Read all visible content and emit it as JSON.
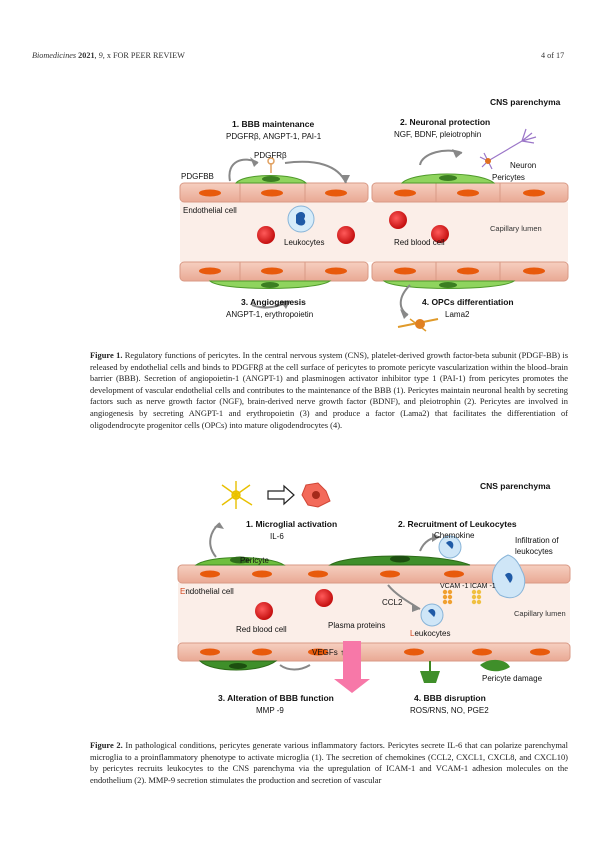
{
  "header": {
    "journal": "Biomedicines",
    "year": "2021",
    "volume": "9",
    "rest": ", x FOR PEER REVIEW",
    "page": "4 of 17"
  },
  "figure1": {
    "cns": "CNS parenchyma",
    "t1_title": "1.   BBB maintenance",
    "t1_sub": "PDGFRβ, ANGPT-1, PAI-1",
    "pdgfrb": "PDGFRβ",
    "pdgfbb": "PDGFBB",
    "t2_title": "2. Neuronal protection",
    "t2_sub": "NGF, BDNF, pleiotrophin",
    "neuron": "Neuron",
    "pericytes": "Pericytes",
    "endo": "Endothelial cell",
    "leuko": "Leukocytes",
    "rbc": "Red blood cell",
    "lumen": "Capillary lumen",
    "t3_title": "3. Angiogenesis",
    "t3_sub": "ANGPT-1, erythropoietin",
    "t4_title": "4. OPCs differentiation",
    "t4_sub": "Lama2",
    "caption_label": "Figure 1.",
    "caption_text": " Regulatory functions of pericytes. In the central nervous system (CNS), platelet-derived growth factor-beta subunit (PDGF-BB) is released by endothelial cells and binds to PDGFRβ at the cell surface of pericytes to promote pericyte vascularization within the blood–brain barrier (BBB). Secretion of angiopoietin-1 (ANGPT-1) and plasminogen activator inhibitor type 1 (PAI-1) from pericytes promotes the development of vascular endothelial cells and contributes to the maintenance of the BBB (1). Pericytes maintain neuronal health by secreting factors such as nerve growth factor (NGF), brain-derived nerve growth factor (BDNF), and pleiotrophin (2). Pericytes are involved in angiogenesis by secreting ANGPT-1 and erythropoietin (3) and produce a factor (Lama2) that facilitates the differentiation of oligodendrocyte progenitor cells (OPCs) into mature oligodendrocytes (4)."
  },
  "figure2": {
    "cns": "CNS parenchyma",
    "t1_title": "1. Microglial activation",
    "t1_sub": "IL-6",
    "t2_title": "2. Recruitment of Leukocytes",
    "chemokine": "Chemokine",
    "infiltration1": "Infiltration of",
    "infiltration2": "leukocytes",
    "pericyte": "Pericyte",
    "endo_first": "E",
    "endo_rest": "ndothelial cell",
    "vcam": "VCAM -1",
    "icam": "ICAM -1",
    "ccl2": "CCL2",
    "lumen": "Capillary lumen",
    "rbc": "Red blood cell",
    "plasma": "Plasma proteins",
    "leuko_first": "L",
    "leuko_rest": "eukocytes",
    "vegfs": "VEGFs ↑",
    "damage": "Pericyte damage",
    "t3_title": "3. Alteration of BBB function",
    "t3_sub": "MMP -9",
    "t4_title": "4. BBB disruption",
    "t4_sub": "ROS/RNS, NO, PGE2",
    "caption_label": "Figure 2.",
    "caption_text": " In pathological conditions, pericytes generate various inflammatory factors. Pericytes secrete IL-6 that can polarize parenchymal microglia to a proinflammatory phenotype to activate microglia (1). The secretion of chemokines (CCL2, CXCL1, CXCL8, and CXCL10) by pericytes recruits leukocytes to the CNS parenchyma via the upregulation of ICAM-1 and VCAM-1 adhesion molecules on the endothelium (2). MMP-9 secretion stimulates the production and secretion of vascular"
  }
}
